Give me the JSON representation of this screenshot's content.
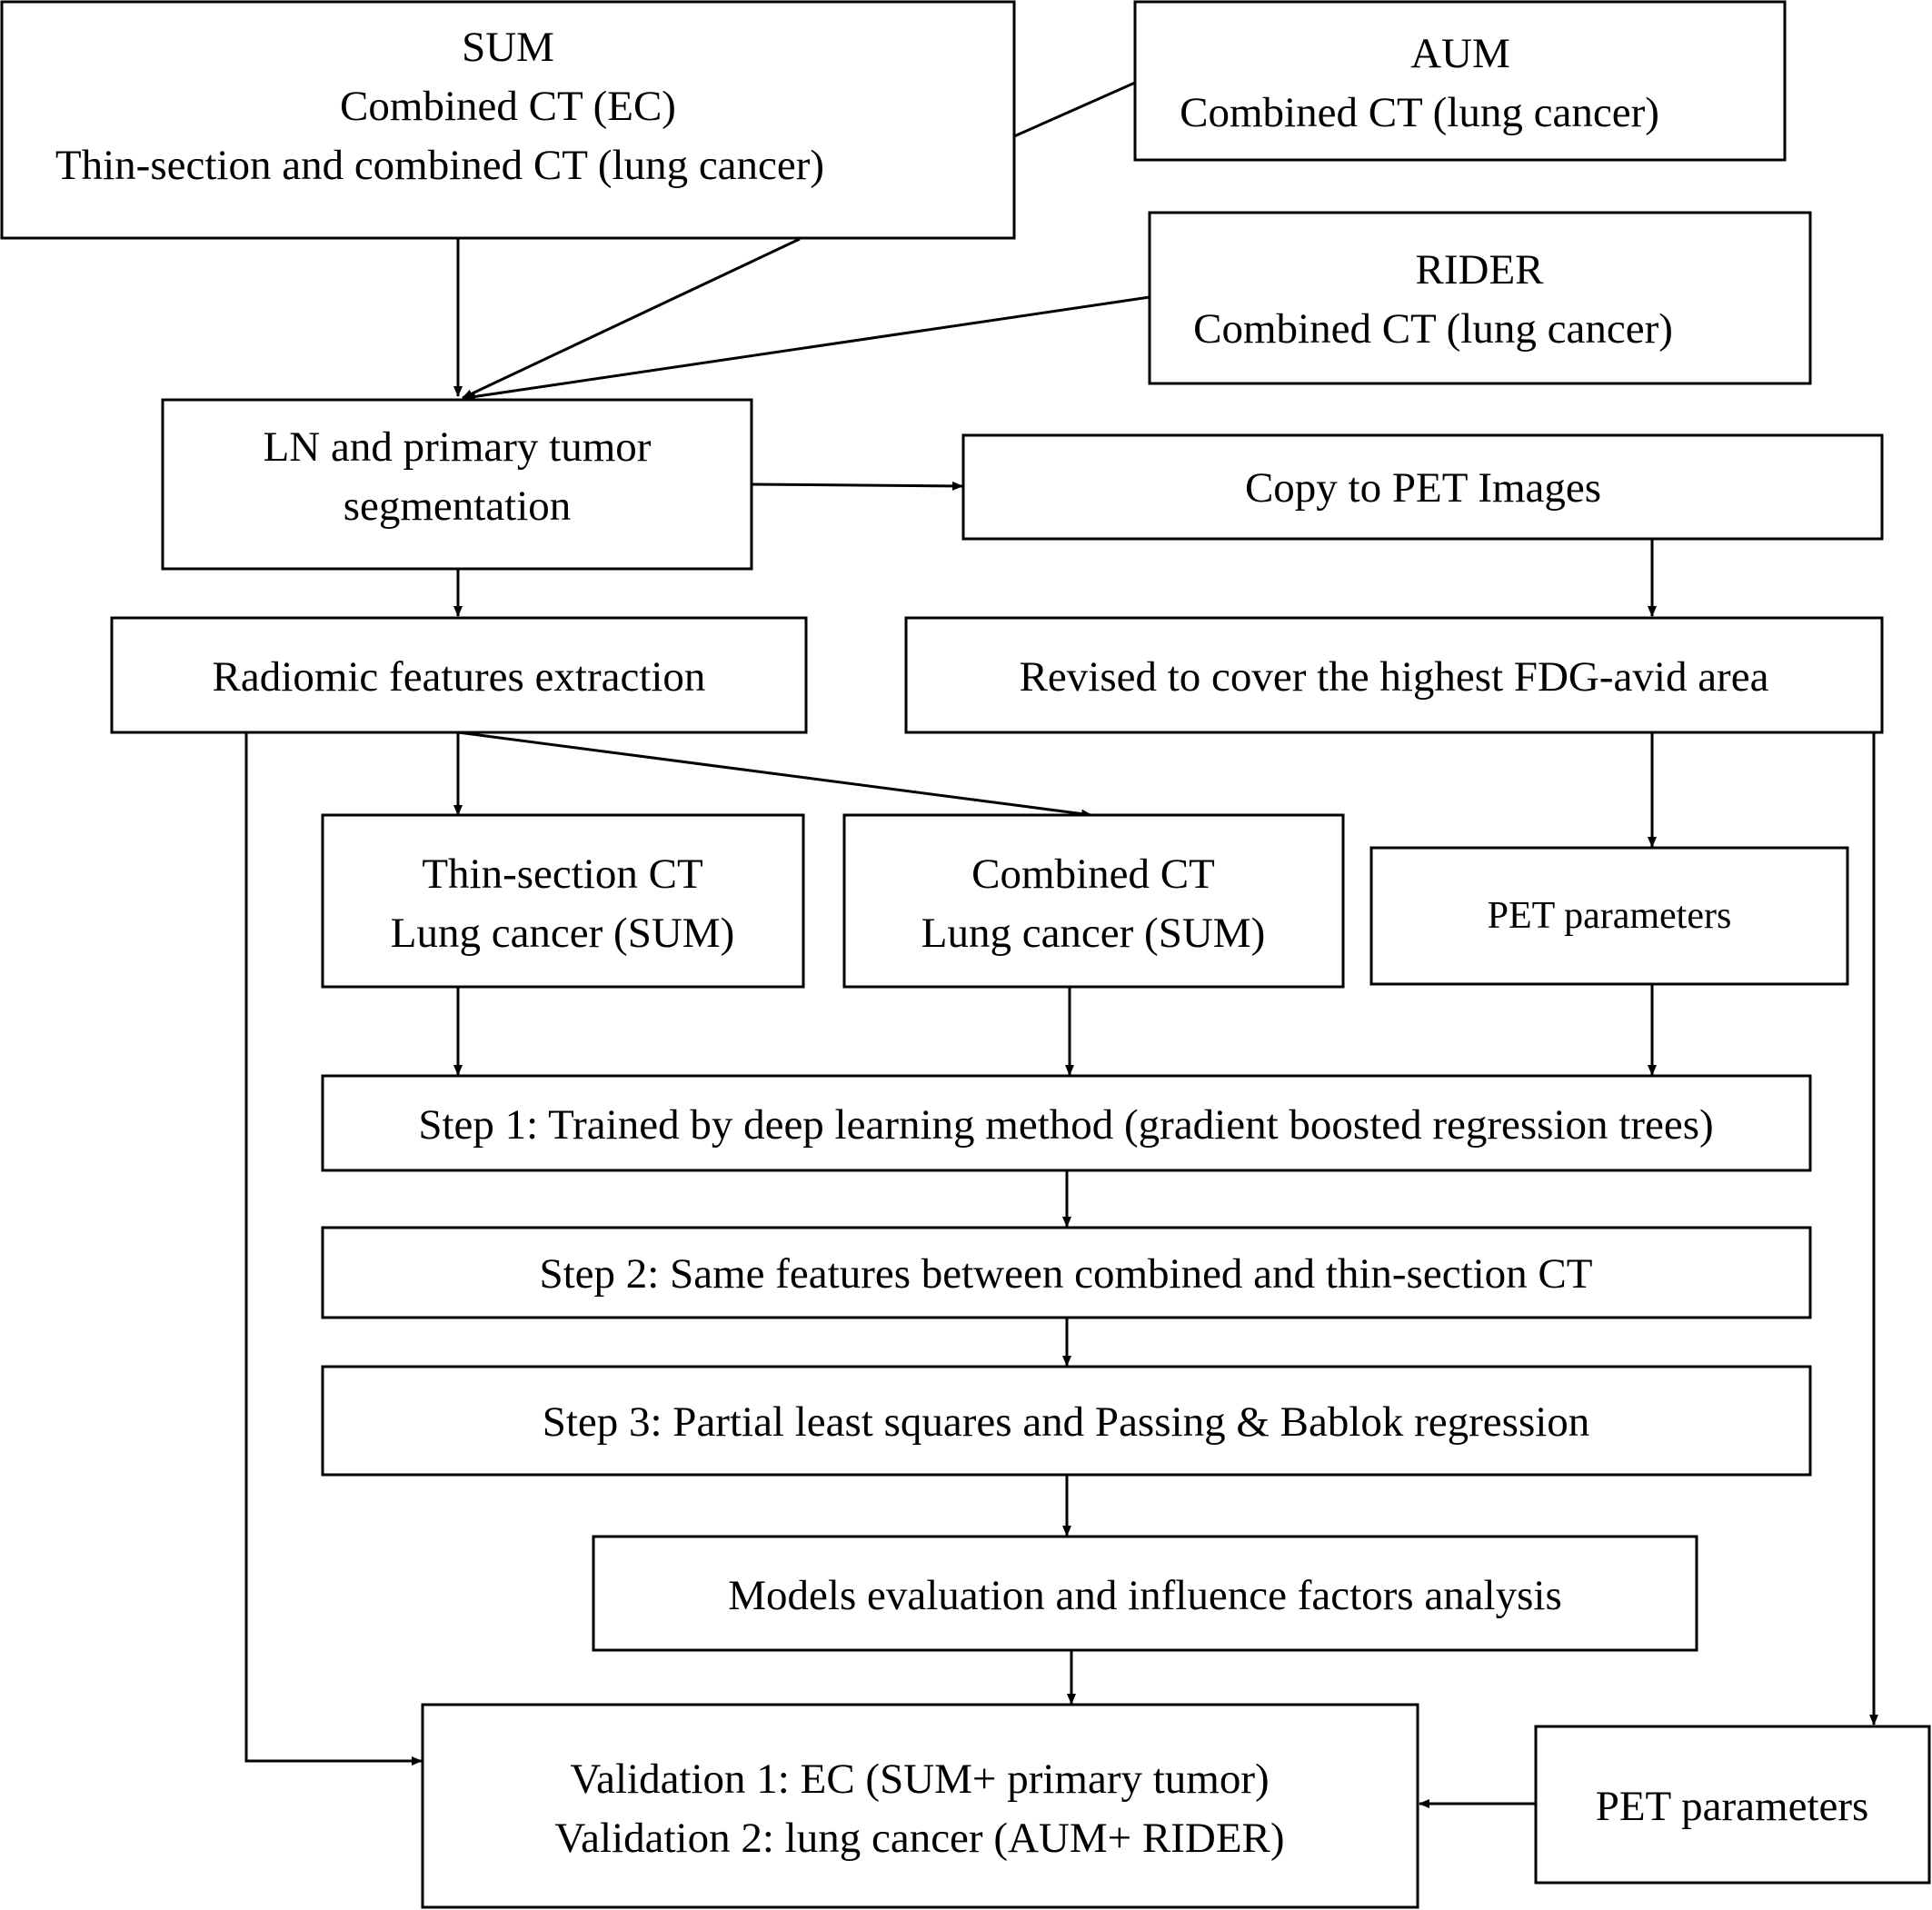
{
  "nodes": {
    "sum": {
      "lines": [
        "SUM",
        "Combined CT (EC)",
        "Thin-section and combined CT (lung cancer)"
      ]
    },
    "aum": {
      "lines": [
        "AUM",
        "Combined CT (lung cancer)"
      ]
    },
    "rider": {
      "lines": [
        "RIDER",
        "Combined CT (lung cancer)"
      ]
    },
    "segmentation": {
      "lines": [
        "LN and primary tumor",
        "segmentation"
      ]
    },
    "copy_pet": {
      "lines": [
        "Copy to PET Images"
      ]
    },
    "radiomic": {
      "lines": [
        "Radiomic features extraction"
      ]
    },
    "revised": {
      "lines": [
        "Revised to cover the highest FDG-avid area"
      ]
    },
    "thin_ct": {
      "lines": [
        "Thin-section CT",
        "Lung cancer (SUM)"
      ]
    },
    "combined_ct": {
      "lines": [
        "Combined CT",
        "Lung cancer (SUM)"
      ]
    },
    "pet_params_1": {
      "lines": [
        "PET parameters"
      ]
    },
    "step1": {
      "lines": [
        "Step 1: Trained by deep learning method (gradient boosted regression trees)"
      ]
    },
    "step2": {
      "lines": [
        "Step 2: Same features between combined and thin-section CT"
      ]
    },
    "step3": {
      "lines": [
        "Step 3: Partial least squares and Passing & Bablok regression"
      ]
    },
    "models": {
      "lines": [
        "Models evaluation and influence factors analysis"
      ]
    },
    "validation": {
      "lines": [
        "Validation 1: EC (SUM+ primary tumor)",
        "Validation 2: lung cancer (AUM+ RIDER)"
      ]
    },
    "pet_params_2": {
      "lines": [
        "PET parameters"
      ]
    }
  },
  "edges": [
    {
      "from": "aum",
      "to": "sum",
      "arrow": false
    },
    {
      "from": "sum",
      "to": "segmentation",
      "arrow": true
    },
    {
      "from": "rider",
      "to": "segmentation",
      "arrow": true
    },
    {
      "from": "segmentation",
      "to": "copy_pet",
      "arrow": true
    },
    {
      "from": "segmentation",
      "to": "radiomic",
      "arrow": true
    },
    {
      "from": "copy_pet",
      "to": "revised",
      "arrow": true
    },
    {
      "from": "radiomic",
      "to": "thin_ct",
      "arrow": true
    },
    {
      "from": "radiomic",
      "to": "combined_ct",
      "arrow": true
    },
    {
      "from": "radiomic",
      "to": "validation",
      "arrow": true
    },
    {
      "from": "revised",
      "to": "pet_params_1",
      "arrow": true
    },
    {
      "from": "revised",
      "to": "pet_params_2",
      "arrow": true
    },
    {
      "from": "thin_ct",
      "to": "step1",
      "arrow": true
    },
    {
      "from": "combined_ct",
      "to": "step1",
      "arrow": true
    },
    {
      "from": "pet_params_1",
      "to": "step1",
      "arrow": true
    },
    {
      "from": "step1",
      "to": "step2",
      "arrow": true
    },
    {
      "from": "step2",
      "to": "step3",
      "arrow": true
    },
    {
      "from": "step3",
      "to": "models",
      "arrow": true
    },
    {
      "from": "models",
      "to": "validation",
      "arrow": true
    },
    {
      "from": "pet_params_2",
      "to": "validation",
      "arrow": true
    }
  ]
}
